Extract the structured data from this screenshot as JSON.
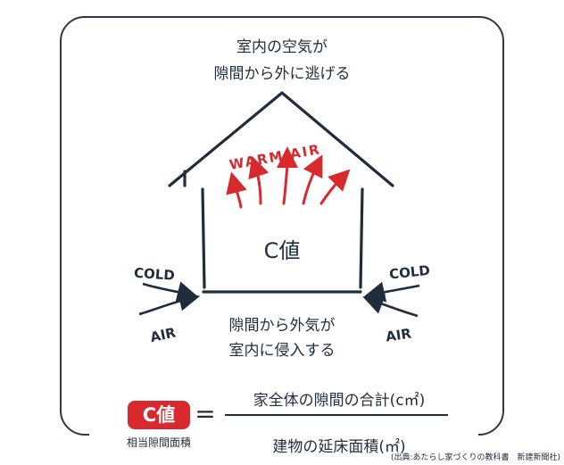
{
  "top_text": {
    "line1": "室内の空気が",
    "line2": "隙間から外に逃げる"
  },
  "house": {
    "roof_label": "WARM AIR",
    "center_label": "C値"
  },
  "left_arrow": {
    "top_label": "COLD",
    "bottom_label": "AIR"
  },
  "right_arrow": {
    "top_label": "COLD",
    "bottom_label": "AIR"
  },
  "bottom_text": {
    "line1": "隙間から外気が",
    "line2": "室内に侵入する"
  },
  "formula": {
    "badge": "C値",
    "badge_caption": "相当隙間面積",
    "equals": "=",
    "numerator": "家全体の隙間の合計(c㎡)",
    "denominator": "建物の延床面積(㎡)"
  },
  "source": "(出典:あたらし家づくりの教科書　新建新聞社)",
  "colors": {
    "ink": "#1f2d3d",
    "accent_red": "#d8292f"
  }
}
